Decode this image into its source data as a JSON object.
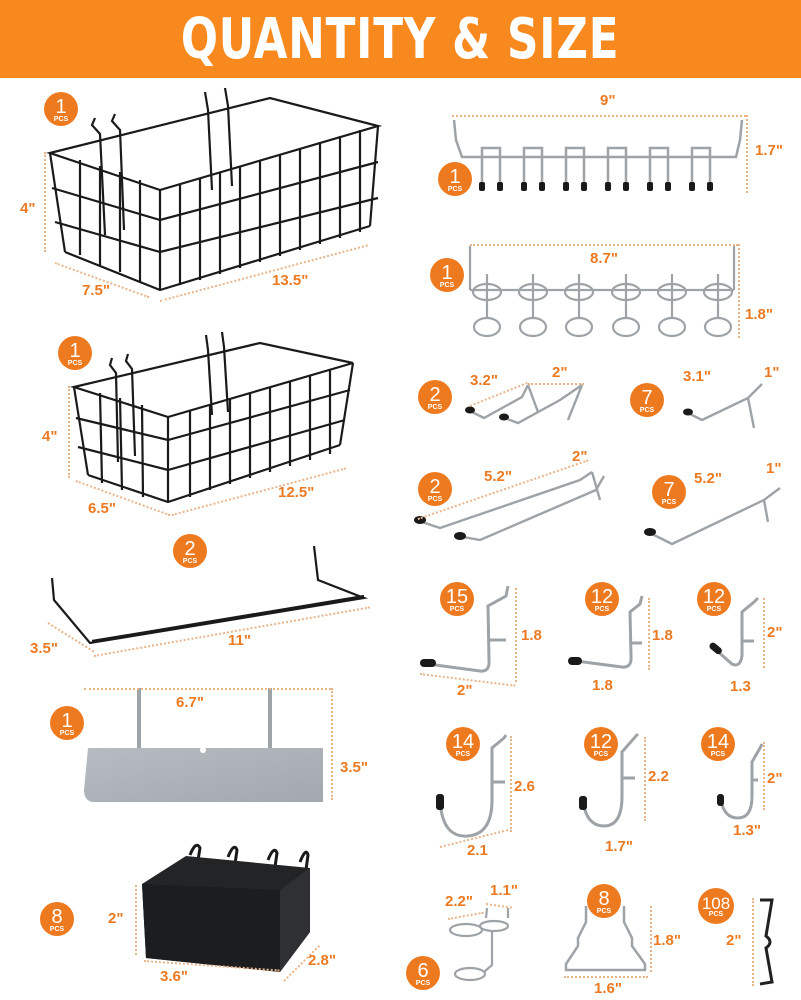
{
  "banner": {
    "title": "QUANTITY & SIZE",
    "color": "#f7891f"
  },
  "colors": {
    "badge": "#ee7a1f",
    "dimension_text": "#ec7a22",
    "wire_black": "#1a1a1a",
    "wire_silver": "#9ea3a8"
  },
  "pcs_label": "PCS",
  "items": [
    {
      "id": "large-wire-basket",
      "qty": "1",
      "dims": [
        "4\"",
        "7.5\"",
        "13.5\""
      ]
    },
    {
      "id": "tool-rack-6-hook",
      "qty": "1",
      "dims": [
        "9\"",
        "1.7\""
      ]
    },
    {
      "id": "screwdriver-ring-rack",
      "qty": "1",
      "dims": [
        "8.7\"",
        "1.8\""
      ]
    },
    {
      "id": "medium-wire-basket",
      "qty": "1",
      "dims": [
        "4\"",
        "6.5\"",
        "12.5\""
      ]
    },
    {
      "id": "double-prong-hook-short",
      "qty": "2",
      "dims": [
        "3.2\"",
        "2\""
      ]
    },
    {
      "id": "single-prong-hook-short",
      "qty": "7",
      "dims": [
        "3.1\"",
        "1\""
      ]
    },
    {
      "id": "double-prong-hook-long",
      "qty": "2",
      "dims": [
        "5.2\"",
        "2\""
      ]
    },
    {
      "id": "single-prong-hook-long",
      "qty": "7",
      "dims": [
        "5.2\"",
        "1\""
      ]
    },
    {
      "id": "wire-shelf-bracket",
      "qty": "2",
      "dims": [
        "3.5\"",
        "11\""
      ]
    },
    {
      "id": "l-hook-large",
      "qty": "15",
      "dims": [
        "1.8",
        "2\""
      ]
    },
    {
      "id": "l-hook-medium",
      "qty": "12",
      "dims": [
        "1.8",
        "1.8"
      ]
    },
    {
      "id": "l-hook-angled",
      "qty": "12",
      "dims": [
        "2\"",
        "1.3"
      ]
    },
    {
      "id": "metal-shelf",
      "qty": "1",
      "dims": [
        "6.7\"",
        "3.5\""
      ]
    },
    {
      "id": "j-hook-large",
      "qty": "14",
      "dims": [
        "2.6",
        "2.1"
      ]
    },
    {
      "id": "j-hook-medium",
      "qty": "12",
      "dims": [
        "2.2",
        "1.7\""
      ]
    },
    {
      "id": "j-hook-small",
      "qty": "14",
      "dims": [
        "2\"",
        "1.3\""
      ]
    },
    {
      "id": "pegboard-bin",
      "qty": "8",
      "dims": [
        "2\"",
        "3.6\"",
        "2.8\""
      ]
    },
    {
      "id": "double-ring-holder",
      "qty": "6",
      "dims": [
        "2.2\"",
        "1.1\""
      ]
    },
    {
      "id": "spray-can-holder",
      "qty": "8",
      "dims": [
        "1.8\"",
        "1.6\""
      ]
    },
    {
      "id": "pegboard-lock",
      "qty": "108",
      "dims": [
        "2\""
      ]
    }
  ]
}
